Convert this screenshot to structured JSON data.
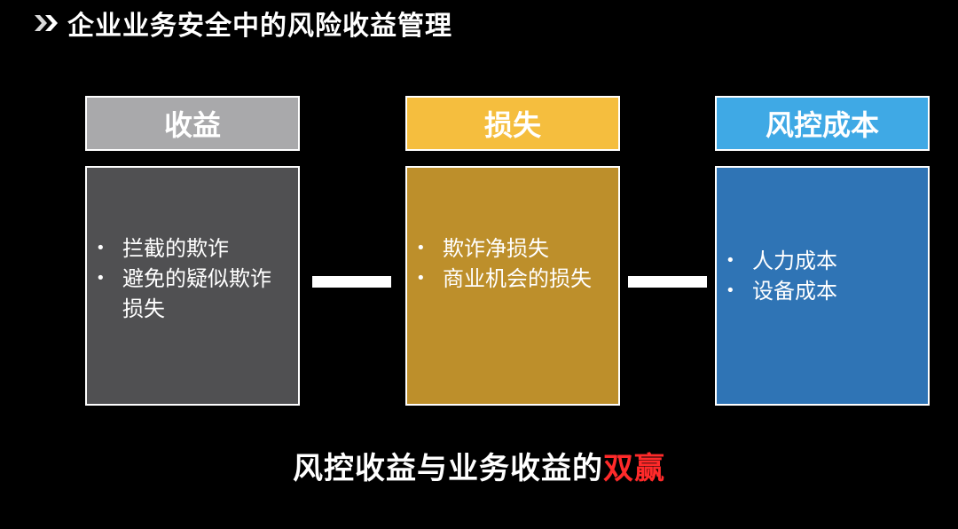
{
  "title": "企业业务安全中的风险收益管理",
  "columns": [
    {
      "header": "收益",
      "header_color": "#a9a9ab",
      "body_color": "#505052",
      "items": [
        "拦截的欺诈",
        "避免的疑似欺诈损失"
      ]
    },
    {
      "header": "损失",
      "header_color": "#f5be3e",
      "body_color": "#bd8f2b",
      "items": [
        "欺诈净损失",
        "商业机会的损失"
      ]
    },
    {
      "header": "风控成本",
      "header_color": "#3fa9e5",
      "body_color": "#2f74b5",
      "items": [
        "人力成本",
        "设备成本"
      ]
    }
  ],
  "conclusion": {
    "prefix": "风控收益与业务收益的",
    "highlight": "双赢",
    "highlight_color": "#ff2a2a"
  },
  "icons": {
    "title": "double-chevron-right-icon"
  }
}
